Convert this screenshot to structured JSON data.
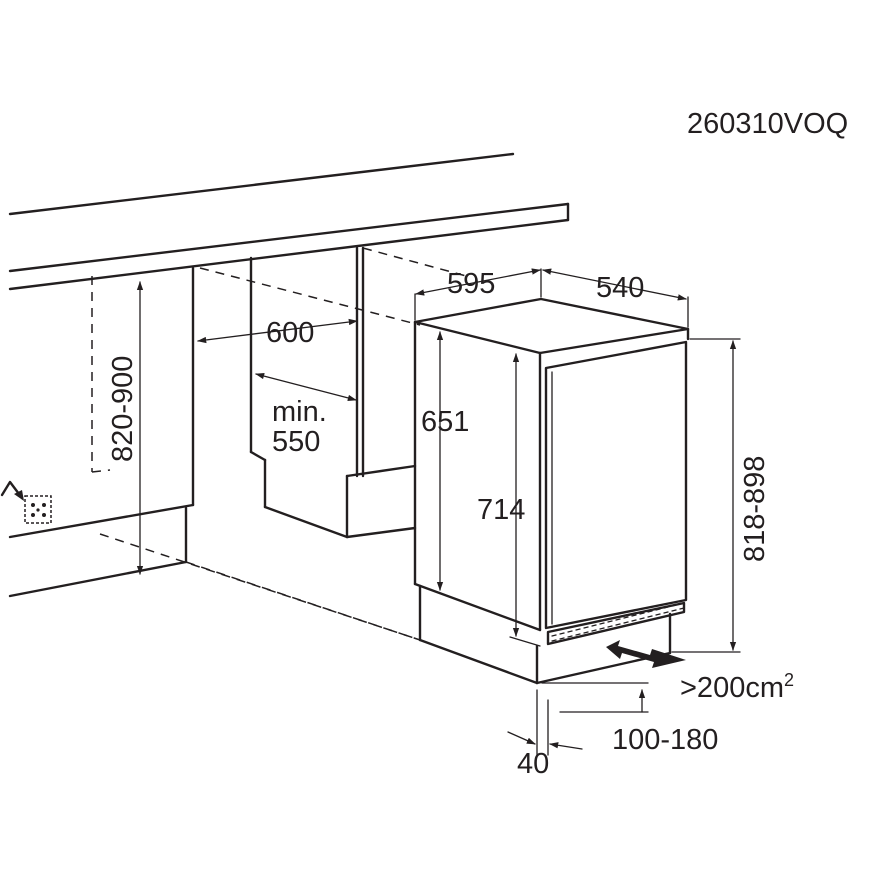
{
  "model_code": "260310VOQ",
  "dimensions": {
    "cabinet_width": "595",
    "cabinet_depth": "540",
    "niche_width": "600",
    "niche_depth_label_1": "min.",
    "niche_depth_label_2": "550",
    "door_height": "651",
    "cabinet_height": "714",
    "niche_height": "820-900",
    "overall_height": "818-898",
    "ventilation_area": ">200cm",
    "ventilation_superscript": "2",
    "plinth_height": "100-180",
    "plinth_setback": "40"
  },
  "icons": {
    "socket": "power-socket-icon",
    "airflow": "airflow-arrow-icon"
  }
}
